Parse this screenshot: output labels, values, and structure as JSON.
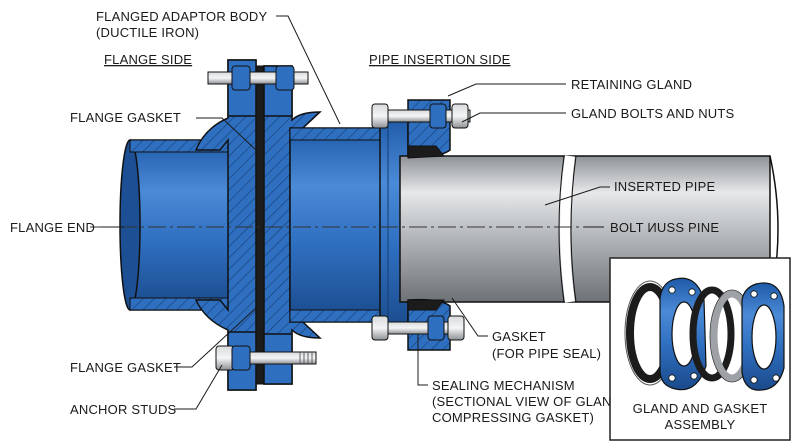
{
  "labels": {
    "body_line1": "FLANGED ADAPTOR BODY",
    "body_line2": "(DUCTILE IRON)",
    "flange_side": "FLANGE SIDE",
    "pipe_insertion_side": "PIPE INSERTION SIDE",
    "flange_gasket_top": "FLANGE GASKET",
    "retaining_gland": "RETAINING GLAND",
    "gland_bolts": "GLAND BOLTS AND NUTS",
    "inserted_pipe": "INSERTED PIPE",
    "flange_end": "FLANGE END",
    "bolt_nuss_pine": "BOLT ИUSS PINE",
    "gasket_line1": "GASKET",
    "gasket_line2": "(FOR PIPE SEAL)",
    "flange_gasket_bottom": "FLANGE GASKET",
    "anchor_studs": "ANCHOR STUDS",
    "sealing_line1": "SEALING MECHANISM",
    "sealing_line2": "(SECTIONAL VIEW OF GLAND",
    "sealing_line3": "COMPRESSING GASKET)",
    "assembly_line1": "GLAND AND GASKET",
    "assembly_line2": "ASSEMBLY"
  },
  "colors": {
    "iron_blue": "#2f6fc0",
    "iron_blue_dark": "#1d4f94",
    "iron_blue_light": "#4b8ad6",
    "pipe_grey": "#b8bcc0",
    "gasket_black": "#1c1c1c",
    "outline": "#111111"
  }
}
